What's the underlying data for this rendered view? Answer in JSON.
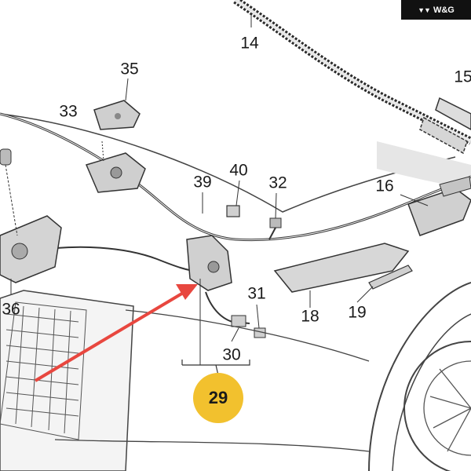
{
  "brand": {
    "name": "W&G",
    "mark": "▼▼"
  },
  "callouts": {
    "c14": "14",
    "c15": "15",
    "c35": "35",
    "c33": "33",
    "c40": "40",
    "c32": "32",
    "c39": "39",
    "c16": "16",
    "c36": "36",
    "c31": "31",
    "c18": "18",
    "c19": "19",
    "c30": "30"
  },
  "highlight": {
    "label": "29",
    "color": "#f2c12e"
  },
  "arrow_color": "#e8473f"
}
